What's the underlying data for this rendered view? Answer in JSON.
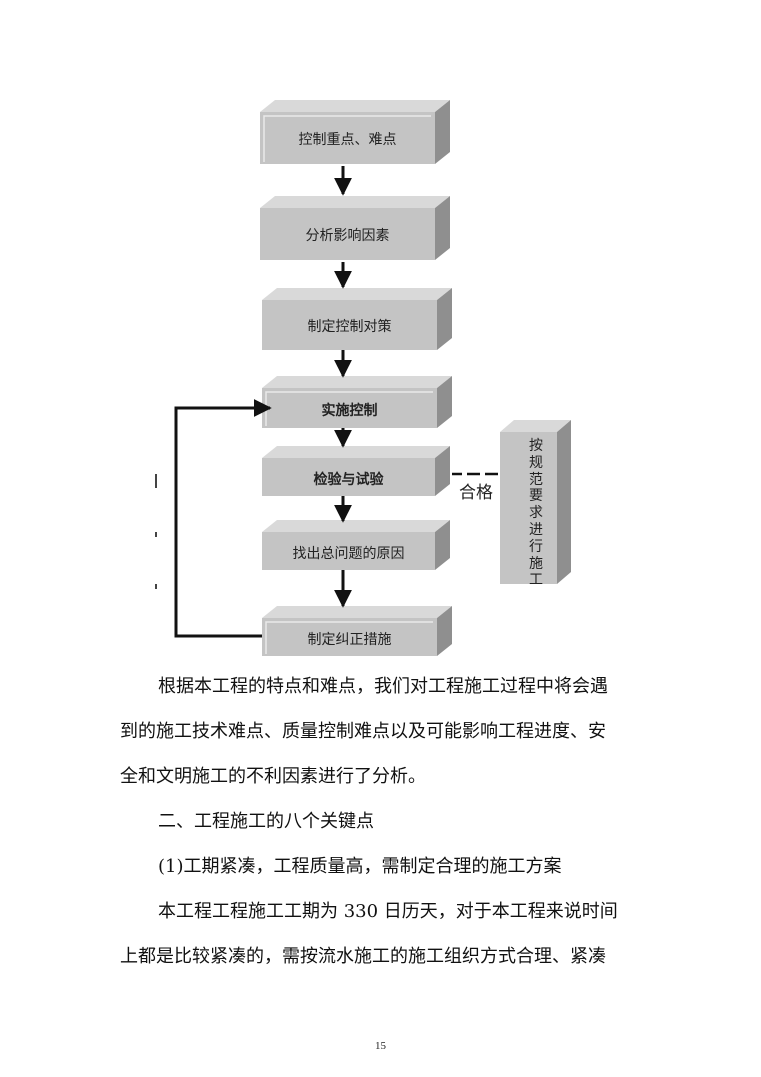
{
  "flowchart": {
    "steps": [
      "控制重点、难点",
      "分析影响因素",
      "制定控制对策",
      "实施控制",
      "检验与试验",
      "找出总问题的原因",
      "制定纠正措施"
    ],
    "side_box": "按规范要求进行施工",
    "pass_label": "合格"
  },
  "body": {
    "para1_lines": [
      "根据本工程的特点和难点，我们对工程施工过程中将会遇",
      "到的施工技术难点、质量控制难点以及可能影响工程进度、安",
      "全和文明施工的不利因素进行了分析。"
    ],
    "heading": "二、工程施工的八个关键点",
    "subheading": "(1)工期紧凑，工程质量高，需制定合理的施工方案",
    "para2_lines": [
      "本工程工程施工工期为 330 日历天，对于本工程来说时间",
      "上都是比较紧凑的，需按流水施工的施工组织方式合理、紧凑"
    ]
  },
  "page_number": "15"
}
